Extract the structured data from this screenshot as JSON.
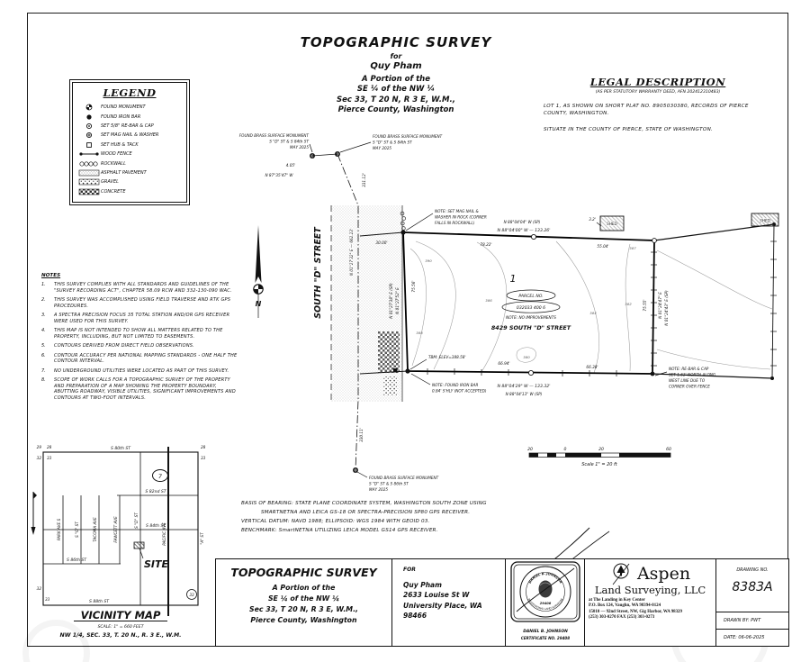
{
  "header": {
    "title": "TOPOGRAPHIC SURVEY",
    "for_label": "for",
    "client": "Quy Pham",
    "sub1": "A Portion of the",
    "sub2": "SE ¼ of the NW ¼",
    "sub3": "Sec 33, T 20 N, R 3 E, W.M.,",
    "sub4": "Pierce County, Washington"
  },
  "legend": {
    "title": "LEGEND",
    "items": [
      {
        "icon": "found-monument-icon",
        "label": "FOUND MONUMENT"
      },
      {
        "icon": "found-iron-bar-icon",
        "label": "FOUND IRON BAR"
      },
      {
        "icon": "set-rebar-cap-icon",
        "label": "SET 5/8\" RE-BAR & CAP"
      },
      {
        "icon": "set-mag-nail-icon",
        "label": "SET MAG NAIL & WASHER"
      },
      {
        "icon": "set-hub-tack-icon",
        "label": "SET HUB & TACK"
      },
      {
        "icon": "wood-fence-icon",
        "label": "WOOD FENCE"
      },
      {
        "icon": "rockwall-icon",
        "label": "ROCKWALL"
      },
      {
        "icon": "asphalt-icon",
        "label": "ASPHALT PAVEMENT"
      },
      {
        "icon": "gravel-icon",
        "label": "GRAVEL"
      },
      {
        "icon": "concrete-icon",
        "label": "CONCRETE"
      }
    ]
  },
  "legal": {
    "title": "LEGAL DESCRIPTION",
    "subtitle": "(AS PER STATUTORY WARRANTY DEED, AFN 202412310483)",
    "para1": "LOT 1, AS SHOWN ON SHORT PLAT NO. 8905030380, RECORDS OF PIERCE COUNTY, WASHINGTON.",
    "para2": "SITUATE IN THE COUNTY OF PIERCE, STATE OF WASHINGTON."
  },
  "notes": {
    "title": "NOTES",
    "items": [
      {
        "num": "1.",
        "text": "THIS SURVEY COMPLIES WITH ALL STANDARDS AND GUIDELINES OF THE \"SURVEY RECORDING ACT\", CHAPTER 58.09 RCW AND 332-130-090 WAC."
      },
      {
        "num": "2.",
        "text": "THIS SURVEY WAS ACCOMPLISHED USING FIELD TRAVERSE AND RTK GPS PROCEDURES."
      },
      {
        "num": "3.",
        "text": "A SPECTRA PRECISION FOCUS 35 TOTAL STATION AND/OR GPS RECEIVER WERE USED FOR THIS SURVEY."
      },
      {
        "num": "4.",
        "text": "THIS MAP IS NOT INTENDED TO SHOW ALL MATTERS RELATED TO THE PROPERTY, INCLUDING, BUT NOT LIMITED TO EASEMENTS."
      },
      {
        "num": "5.",
        "text": "CONTOURS DERIVED FROM DIRECT FIELD OBSERVATIONS."
      },
      {
        "num": "6.",
        "text": "CONTOUR ACCURACY PER NATIONAL MAPPING STANDARDS - ONE HALF THE CONTOUR INTERVAL."
      },
      {
        "num": "7.",
        "text": "NO UNDERGROUND UTILITIES WERE LOCATED AS PART OF THIS SURVEY."
      },
      {
        "num": "8.",
        "text": "SCOPE OF WORK CALLS FOR A TOPOGRAPHIC SURVEY OF THE PROPERTY AND PREPARATION OF A MAP SHOWING THE PROPERTY BOUNDARY, ABUTTING ROADWAY, VISIBLE UTILITIES, SIGNIFICANT IMPROVEMENTS AND CONTOURS AT TWO-FOOT INTERVALS."
      }
    ]
  },
  "drawing": {
    "street_label": "SOUTH \"D\" STREET",
    "centerline_bearing": "N 01°27'32\" E  —  662.23'",
    "centerline_len_top": "331.12'",
    "centerline_len_bottom": "330.11'",
    "mon_top_left": [
      "FOUND BRASS SURFACE MONUMENT",
      "S \"D\" ST & S 84th ST",
      "MAY 2025"
    ],
    "mon_top_right": [
      "FOUND BRASS SURFACE MONUMENT",
      "S \"D\" ST & S 84th ST",
      "MAY 2025"
    ],
    "mon_bottom": [
      "FOUND BRASS SURFACE MONUMENT",
      "S \"D\" ST & S 86th ST",
      "MAY 2025"
    ],
    "tie_dist": "4.05'",
    "tie_bearing": "N 87°35'47\" W",
    "row_offset": "30.00'",
    "north": {
      "sp": "N 88°04'04\" W (SP)",
      "meas": "N 88°04'00\" W  —  133.26'",
      "seg1": "78.22'",
      "seg2": "55.04'",
      "shed_tie": "3.2'"
    },
    "south": {
      "meas": "N 88°04'29\" W  —  133.32'",
      "sp": "N 88°04'13\" W (SP)",
      "seg1": "66.94'",
      "seg2": "66.38'"
    },
    "west": {
      "sp": "N 01°27'38\" E (SP)",
      "meas": "N 01°27'52\" E",
      "len": "75.56'"
    },
    "east": {
      "meas": "N 01°24'47\" E",
      "sp": "N 01°24'43\" E (SP)",
      "len": "75.55'"
    },
    "lot_no": "1",
    "parcel_label": "PARCEL NO.",
    "parcel_no": "032033 400 6",
    "parcel_note": "NOTE: NO IMPROVEMENTS",
    "address": "8429 SOUTH \"D\" STREET",
    "tbm": "TBM: ELEV=388.58'",
    "note_mag": [
      "NOTE: SET MAG NAIL &",
      "WASHER IN ROCK (CORNER",
      "FALLS IN ROCKWALL)"
    ],
    "note_iron": [
      "NOTE: FOUND IRON BAR",
      "0.84' S'HLY (NOT ACCEPTED)"
    ],
    "note_rebar": [
      "NOTE: RE-BAR & CAP",
      "SET 1.63' NORTH ALONG",
      "WEST LINE DUE TO",
      "CORNER OVER FENCE"
    ],
    "shed1": "SHED",
    "shed2": "SHED",
    "north_label": "N",
    "contours": [
      "390",
      "388",
      "386",
      "384",
      "382",
      "380",
      "387"
    ]
  },
  "scale_bar": {
    "t1": "20",
    "t2": "0",
    "t3": "20",
    "t4": "60",
    "caption": "Scale 1\" = 20 ft"
  },
  "basis": {
    "line1": "BASIS OF BEARING:   STATE PLANE COORDINATE SYSTEM, WASHINGTON SOUTH ZONE USING",
    "line2": "SMARTNETNA AND LEICA GS-18 OR SPECTRA-PRECISION SP80 GPS RECEIVER.",
    "line3": "VERTICAL DATUM: NAVD 1988; ELLIPSOID: WGS 1984 WITH GEOID 03.",
    "line4": "BENCHMARK: SmartNETNA UTILIZING LEICA MODEL GS14 GPS RECEIVER."
  },
  "vicinity": {
    "title": "VICINITY MAP",
    "scale": "SCALE: 1\" = 660 FEET",
    "quarter": "NW 1/4, SEC. 33, T. 20 N., R. 3 E., W.M.",
    "streets_h": [
      "S 80th ST",
      "S 82nd ST",
      "S 84th ST",
      "S 86th ST",
      "S 88th ST"
    ],
    "streets_v": [
      "PARK AVE S",
      "S \"G\" ST",
      "TACOMA AVE",
      "FAWCETT AVE",
      "S \"D\" ST",
      "PACIFIC AVE",
      "\"A\" ST"
    ],
    "route": "7",
    "site": "SITE",
    "corners": {
      "tl1": "29",
      "tl2": "28",
      "tl3": "32",
      "tl4": "33",
      "tr1": "28",
      "tr2": "33",
      "bl1": "32",
      "bl2": "33",
      "br": "33"
    }
  },
  "titleblock": {
    "title": "TOPOGRAPHIC SURVEY",
    "sub1": "A Portion of the",
    "sub2": "SE ¼ of the NW ¼",
    "sub3": "Sec 33, T 20 N, R 3 E, W.M.,",
    "sub4": "Pierce County, Washington",
    "for_label": "FOR",
    "client": "Quy Pham",
    "addr1": "2633 Louise St W",
    "addr2": "University Place, WA 98466",
    "stamp": {
      "seal_top": "DANIEL B. JOHNSON",
      "seal_bottom": "PROFESSIONAL LAND SURVEYOR",
      "seal_number": "29408",
      "name": "DANIEL B. JOHNSON",
      "cert": "CERTIFICATE NO. 29408"
    },
    "firm": {
      "name": "Aspen",
      "name2": "Land Surveying, LLC",
      "addr1": "at The Landing in Key Center",
      "addr2": "P.O. Box 124, Vaughn, WA  98394-0124",
      "addr3": "15010 — 92nd Street, NW, Gig Harbor, WA 98329",
      "addr4": "(253) 303-0270       FAX (253) 303-0273"
    },
    "drawing_no_label": "DRAWING NO.",
    "drawing_no": "8383A",
    "drawn_by": "DRAWN BY: PWT",
    "date": "DATE: 06-06-2025"
  }
}
